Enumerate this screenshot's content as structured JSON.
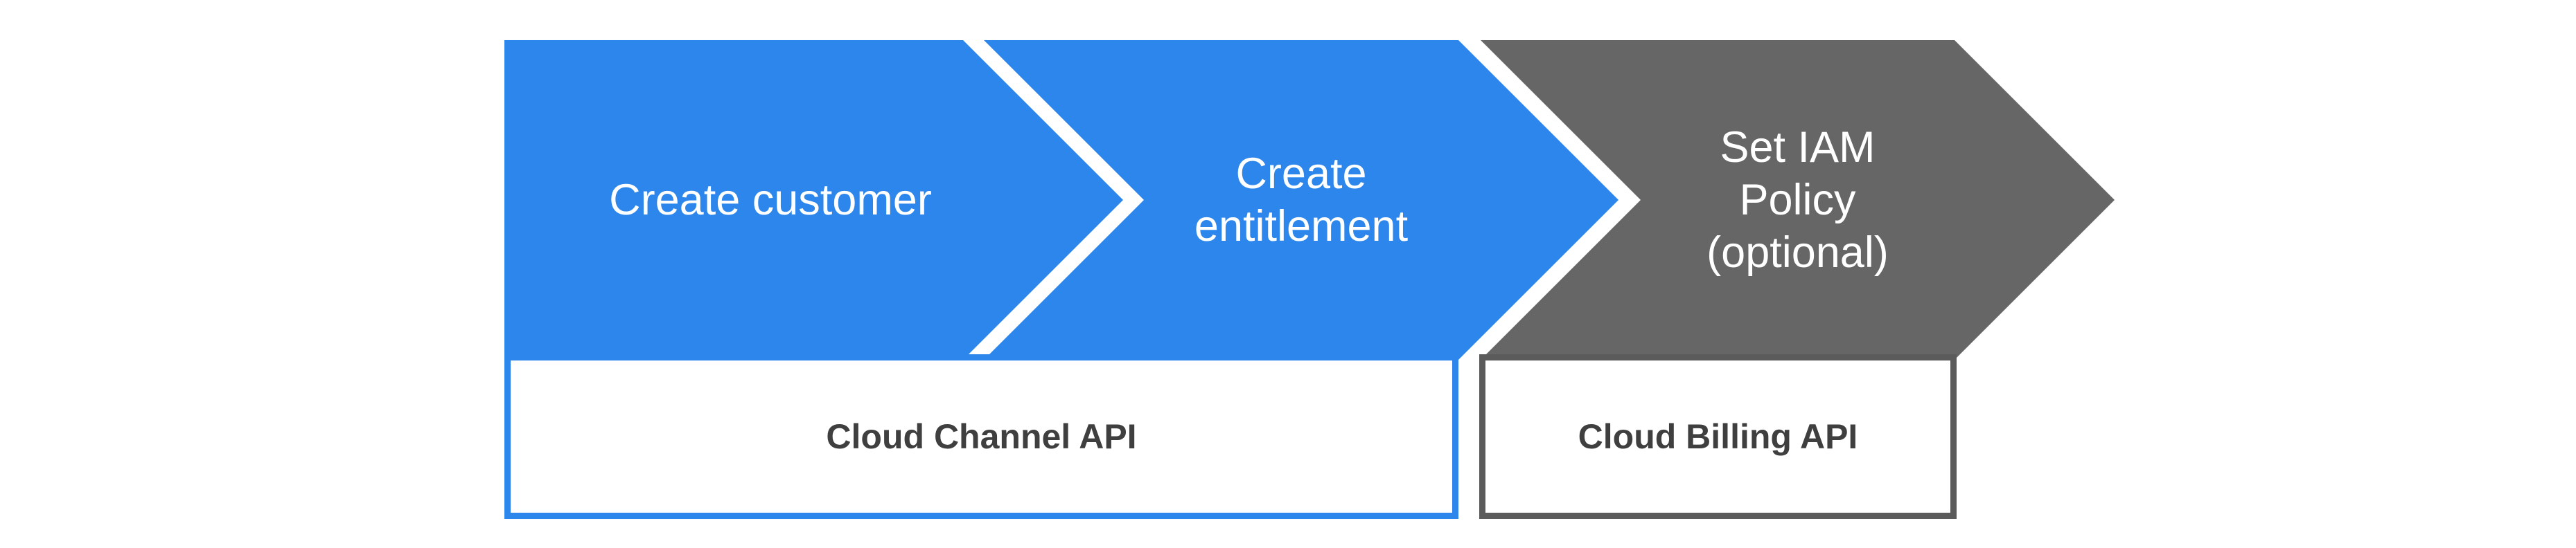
{
  "diagram": {
    "background_color": "#ffffff",
    "steps": [
      {
        "label": "Create customer",
        "fill": "#2d86eb",
        "text_color": "#ffffff"
      },
      {
        "label": "Create\nentitlement",
        "fill": "#2d86eb",
        "text_color": "#ffffff"
      },
      {
        "label": "Set IAM\nPolicy\n(optional)",
        "fill": "#666666",
        "text_color": "#ffffff"
      }
    ],
    "api_boxes": [
      {
        "label": "Cloud Channel API",
        "border_color": "#2d86eb",
        "fill": "#ffffff",
        "text_color": "#3f3f3f"
      },
      {
        "label": "Cloud Billing API",
        "border_color": "#5b5b5b",
        "fill": "#ffffff",
        "text_color": "#3f3f3f"
      }
    ]
  }
}
